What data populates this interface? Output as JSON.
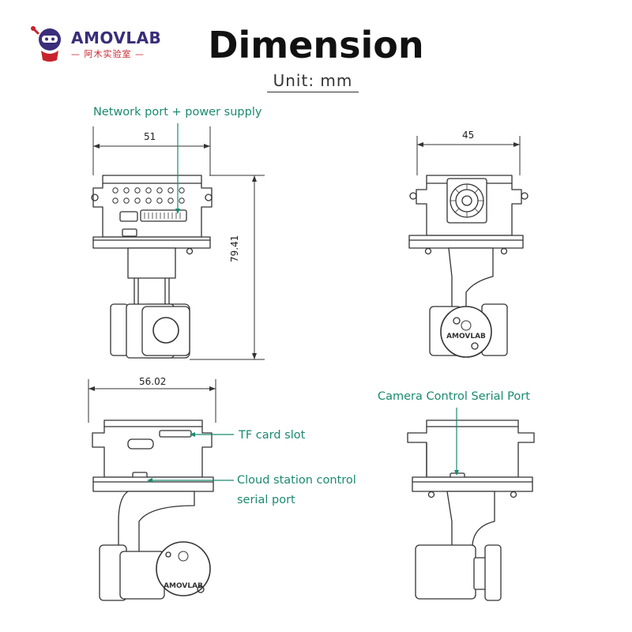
{
  "logo": {
    "name": "AMOVLAB",
    "subtitle": "— 阿木实验室 —"
  },
  "header": {
    "title": "Dimension",
    "unit": "Unit: mm"
  },
  "dimensions": {
    "width_top": "51",
    "width_side": "45",
    "height": "79.41",
    "width_bottom": "56.02"
  },
  "callouts": {
    "network_port": "Network port + power supply",
    "camera_control": "Camera Control Serial Port",
    "tf_card": "TF card slot",
    "cloud_station_line1": "Cloud station control",
    "cloud_station_line2": "serial port"
  },
  "camera_label": "AMOVLAB",
  "colors": {
    "callout": "#1a8a70",
    "brand_purple": "#3a2d7a",
    "brand_red": "#c8232c"
  }
}
